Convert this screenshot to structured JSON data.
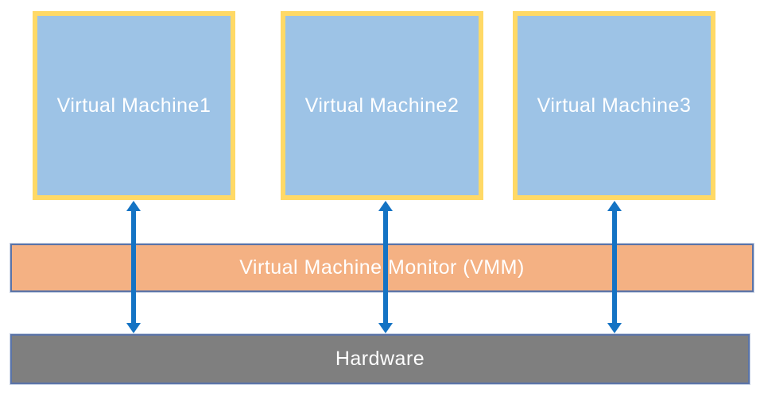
{
  "diagram": {
    "vm_boxes": [
      {
        "label": "Virtual Machine1"
      },
      {
        "label": "Virtual Machine2"
      },
      {
        "label": "Virtual Machine3"
      }
    ],
    "vmm_bar": {
      "label": "Virtual Machine Monitor (VMM)"
    },
    "hardware_bar": {
      "label": "Hardware"
    },
    "arrows": [
      {
        "name": "vm1-to-hardware-bidirectional-arrow"
      },
      {
        "name": "vm2-to-hardware-bidirectional-arrow"
      },
      {
        "name": "vm3-to-hardware-bidirectional-arrow"
      }
    ]
  },
  "colors": {
    "background": "#FFFFFF",
    "vm_fill": "#9DC3E6",
    "vm_border": "#FFD966",
    "vmm_fill": "#F4B183",
    "hardware_fill": "#7F7F7F",
    "bar_border": "#5B74A8",
    "bar_border_halo": "#C3CEE2",
    "arrow": "#1473C4",
    "label_text": "#FFFFFF"
  }
}
